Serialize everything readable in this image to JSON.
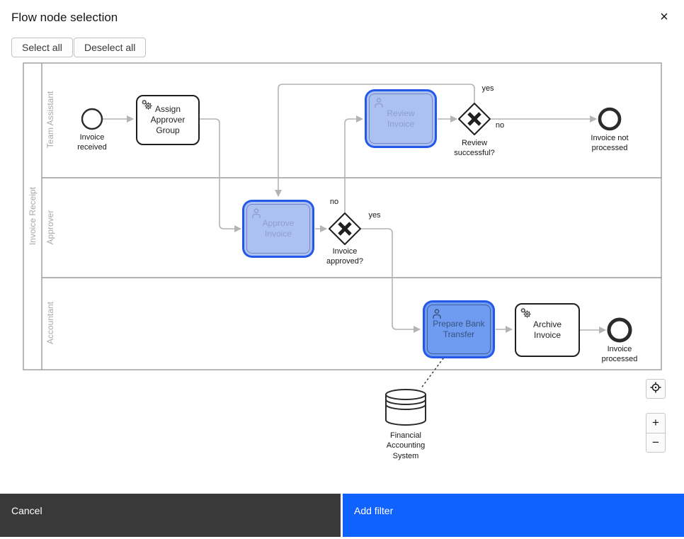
{
  "dialog": {
    "title": "Flow node selection"
  },
  "icons": {
    "close": "×",
    "zoom_in": "+",
    "zoom_out": "−"
  },
  "toolbar": {
    "select_all": "Select all",
    "deselect_all": "Deselect all"
  },
  "pool": {
    "label": "Invoice Receipt",
    "lanes": [
      {
        "label": "Team Assistant"
      },
      {
        "label": "Approver"
      },
      {
        "label": "Accountant"
      }
    ]
  },
  "nodes": {
    "start": {
      "label": "Invoice received",
      "type": "start-event"
    },
    "assign": {
      "label": "Assign Approver Group",
      "type": "service-task"
    },
    "review": {
      "label": "Review Invoice",
      "type": "user-task",
      "selected": true
    },
    "gw_review": {
      "label": "Review successful?",
      "type": "xor-gateway"
    },
    "end_not_processed": {
      "label": "Invoice not processed",
      "type": "end-event"
    },
    "approve": {
      "label": "Approve Invoice",
      "type": "user-task",
      "selected": true
    },
    "gw_approve": {
      "label": "Invoice approved?",
      "type": "xor-gateway"
    },
    "prepare": {
      "label": "Prepare Bank Transfer",
      "type": "user-task",
      "selected": true
    },
    "archive": {
      "label": "Archive Invoice",
      "type": "service-task"
    },
    "end_processed": {
      "label": "Invoice processed",
      "type": "end-event"
    },
    "datastore": {
      "label": "Financial Accounting System",
      "type": "data-store"
    }
  },
  "edges": {
    "review_yes": "yes",
    "review_no": "no",
    "approve_no": "no",
    "approve_yes": "yes"
  },
  "footer": {
    "cancel": "Cancel",
    "add_filter": "Add filter"
  },
  "colors": {
    "accent": "#0f62fe",
    "secondary_button": "#393939",
    "selection_outline": "#2458e8",
    "selected_fill_light": "#adc1f1",
    "selected_fill_dark": "#6f9cf0",
    "flow_line": "#b4b4b4",
    "pool_line": "#9b9b9b",
    "node_stroke": "#1f1f1f"
  }
}
